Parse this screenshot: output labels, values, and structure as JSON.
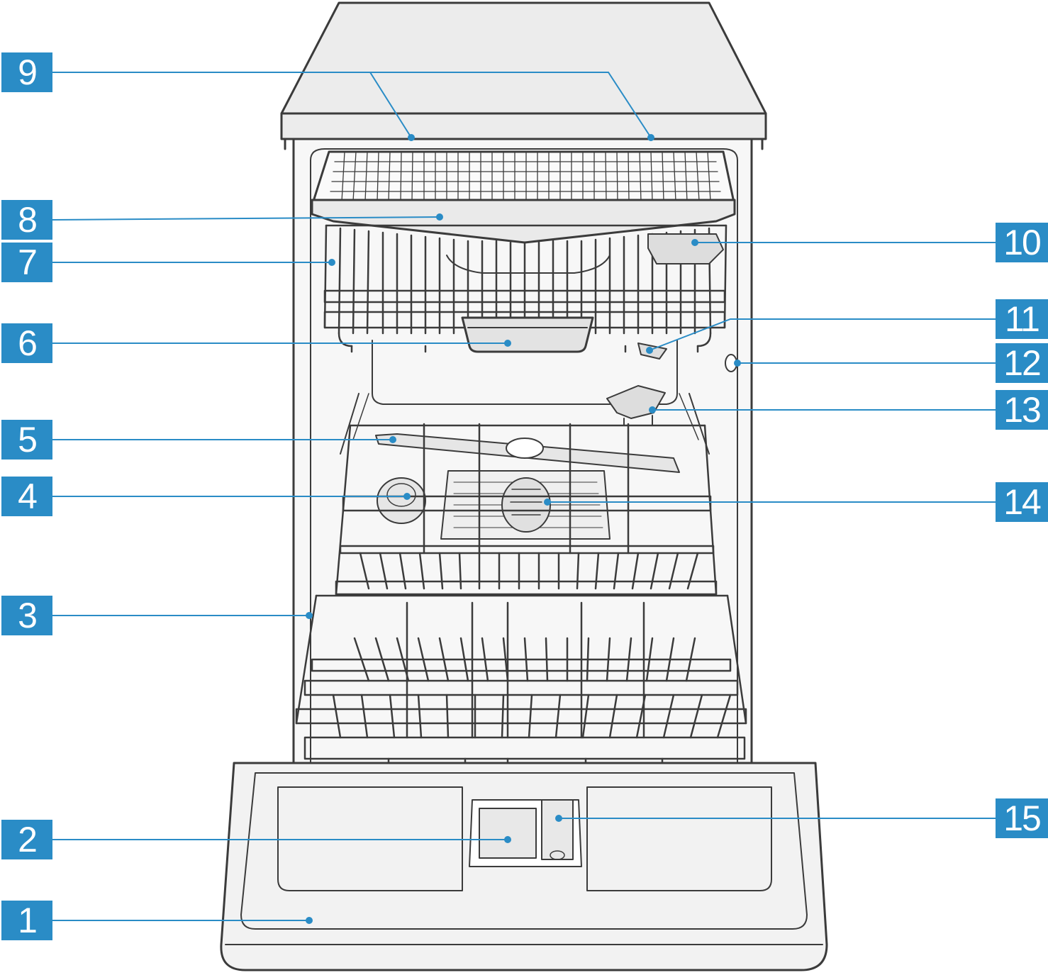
{
  "colors": {
    "callout_fill": "#2a8cc6",
    "callout_text": "#ffffff",
    "leader_line": "#2a8cc6",
    "outline": "#3b3b3b",
    "body_fill": "#eeeeee"
  },
  "callouts": {
    "c1": "1",
    "c2": "2",
    "c3": "3",
    "c4": "4",
    "c5": "5",
    "c6": "6",
    "c7": "7",
    "c8": "8",
    "c9": "9",
    "c10": "10",
    "c11": "11",
    "c12": "12",
    "c13": "13",
    "c14": "14",
    "c15": "15"
  }
}
